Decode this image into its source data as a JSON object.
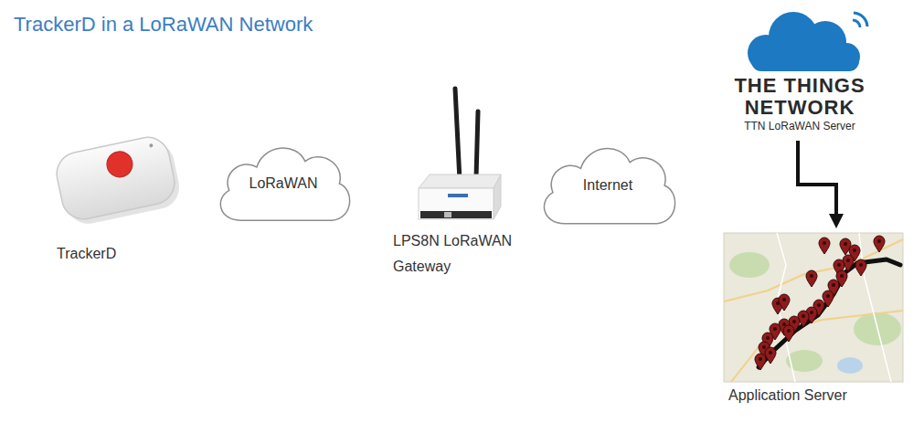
{
  "diagram": {
    "title": "TrackerD in a LoRaWAN Network",
    "nodes": [
      {
        "text": [
          "TrackerD"
        ]
      },
      {
        "text": [
          "LoRaWAN"
        ]
      },
      {
        "text": [
          "LPS8N LoRaWAN Gateway"
        ]
      },
      {
        "text": [
          "Internet"
        ]
      },
      {
        "text": [
          "THE THINGS NETWORK",
          "TTN LoRaWAN Server"
        ]
      },
      {
        "text": [
          "Application Server"
        ]
      }
    ],
    "edges": [
      {
        "from": 4,
        "to": 5,
        "arrow": "to"
      }
    ]
  }
}
